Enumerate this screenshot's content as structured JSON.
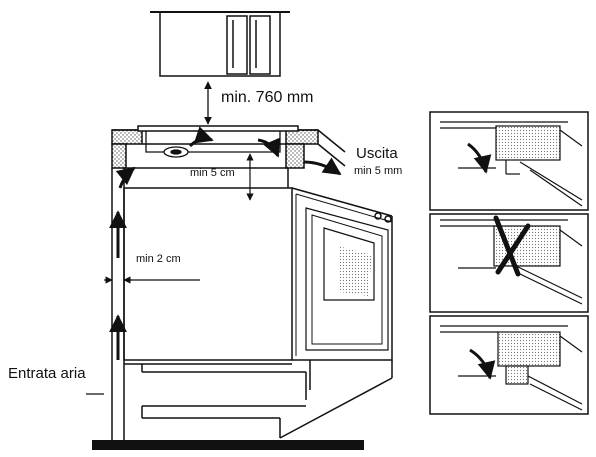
{
  "labels": {
    "clearance_above": "min. 760 mm",
    "outlet": "Uscita",
    "outlet_gap": "min 5 mm",
    "top_gap": "min 5 cm",
    "side_gap": "min 2 cm",
    "air_inlet": "Entrata aria"
  },
  "panels": [
    {
      "name": "correct-installation-1",
      "status": "ok"
    },
    {
      "name": "incorrect-installation",
      "status": "crossed-out"
    },
    {
      "name": "correct-installation-2",
      "status": "ok"
    }
  ],
  "colors": {
    "ink": "#111111",
    "hatch": "#555555"
  }
}
